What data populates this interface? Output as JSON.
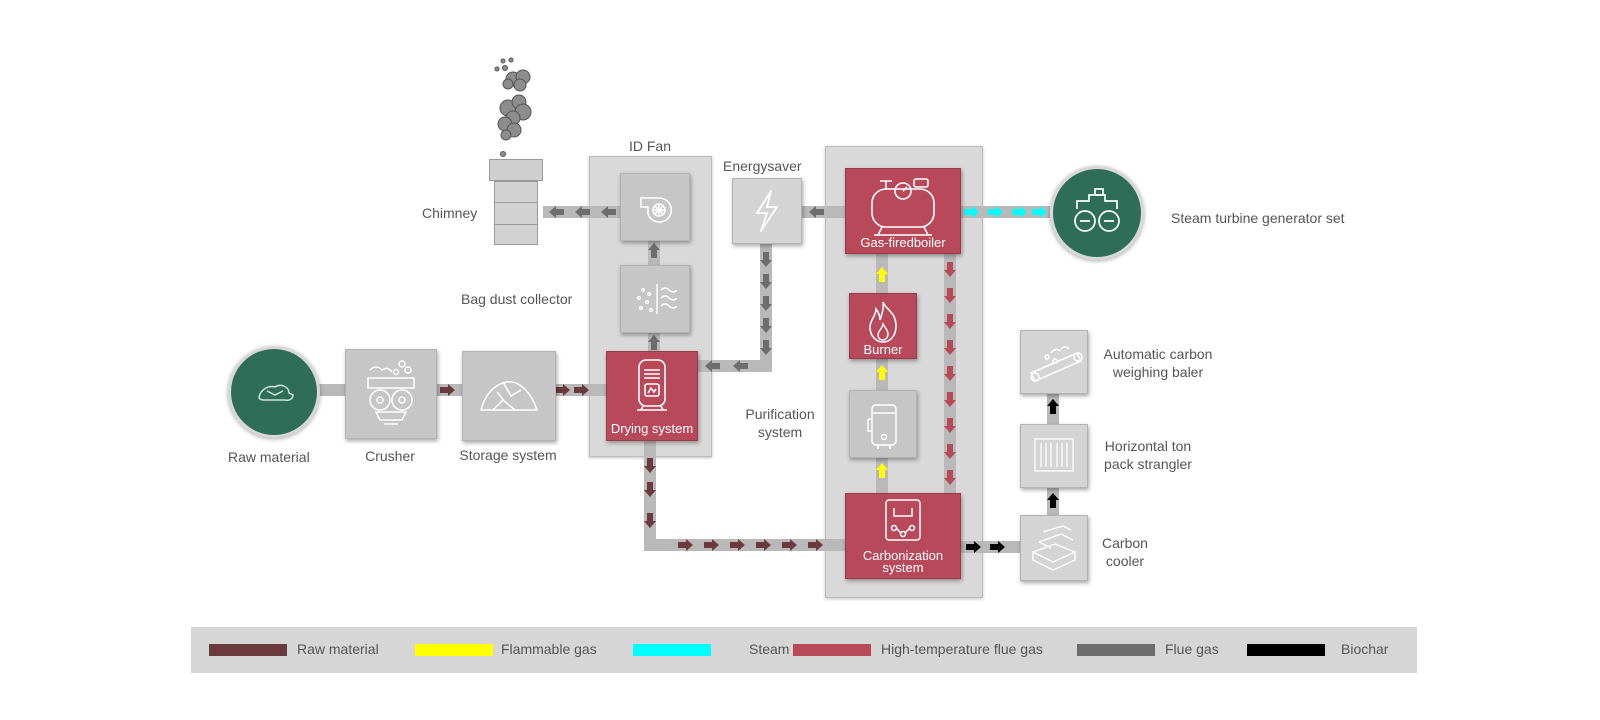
{
  "components": {
    "raw_material": "Raw material",
    "crusher": "Crusher",
    "storage_system": "Storage system",
    "id_fan": "ID Fan",
    "chimney": "Chimney",
    "bag_dust_collector": "Bag dust collector",
    "drying_system": "Drying system",
    "energysaver": "Energysaver",
    "purification_system_1": "Purification",
    "purification_system_2": "system",
    "gas_fired_boiler": "Gas-firedboiler",
    "burner": "Burner",
    "carbonization_1": "Carbonization",
    "carbonization_2": "system",
    "steam_turbine": "Steam turbine generator set",
    "baler_1": "Automatic carbon",
    "baler_2": "weighing baler",
    "strangler_1": "Horizontal ton",
    "strangler_2": "pack strangler",
    "cooler_1": "Carbon",
    "cooler_2": "cooler"
  },
  "legend": [
    {
      "label": "Raw material",
      "color": "#6b3a3e"
    },
    {
      "label": "Flammable gas",
      "color": "#ffff00"
    },
    {
      "label": "Steam",
      "color": "#00ffff"
    },
    {
      "label": "High-temperature flue gas",
      "color": "#b84a58"
    },
    {
      "label": "Flue gas",
      "color": "#6d6d6d"
    },
    {
      "label": "Biochar",
      "color": "#000000"
    }
  ],
  "colors": {
    "raw_material": "#6b3a3e",
    "flammable_gas": "#ffff00",
    "steam": "#00ffff",
    "high_temp_flue_gas": "#b84a58",
    "flue_gas": "#6d6d6d",
    "biochar": "#000000",
    "accent_red": "#b8495a",
    "accent_green": "#2e6e58"
  }
}
